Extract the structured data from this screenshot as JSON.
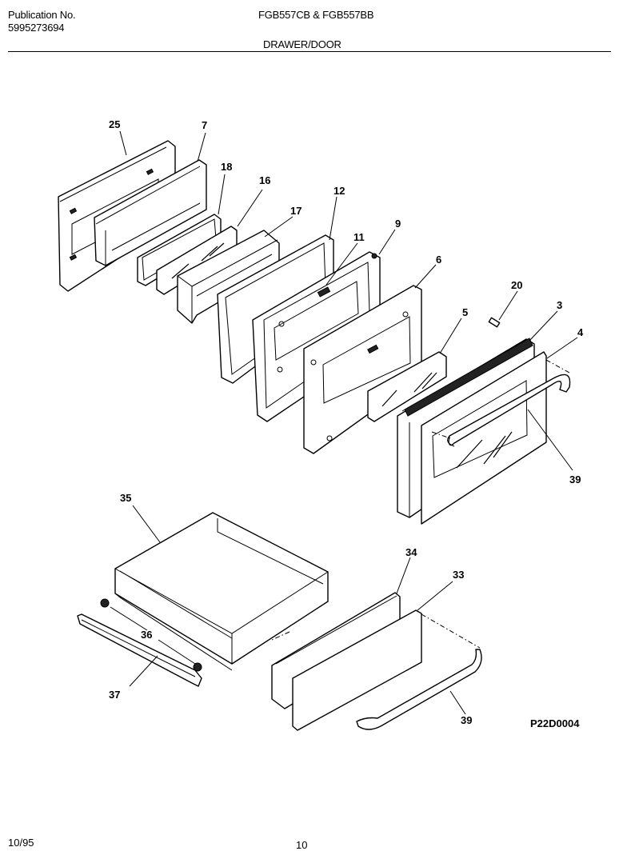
{
  "header": {
    "publication_label": "Publication No.",
    "publication_number": "5995273694",
    "models": "FGB557CB & FGB557BB",
    "section": "DRAWER/DOOR"
  },
  "footer": {
    "date": "10/95",
    "page": "10"
  },
  "figure_id": "P22D0004",
  "callouts": {
    "c25": "25",
    "c7": "7",
    "c18": "18",
    "c16": "16",
    "c17": "17",
    "c12": "12",
    "c11": "11",
    "c9": "9",
    "c6": "6",
    "c20": "20",
    "c3": "3",
    "c5": "5",
    "c4": "4",
    "c39a": "39",
    "c35": "35",
    "c34": "34",
    "c33": "33",
    "c36": "36",
    "c37": "37",
    "c39b": "39"
  }
}
